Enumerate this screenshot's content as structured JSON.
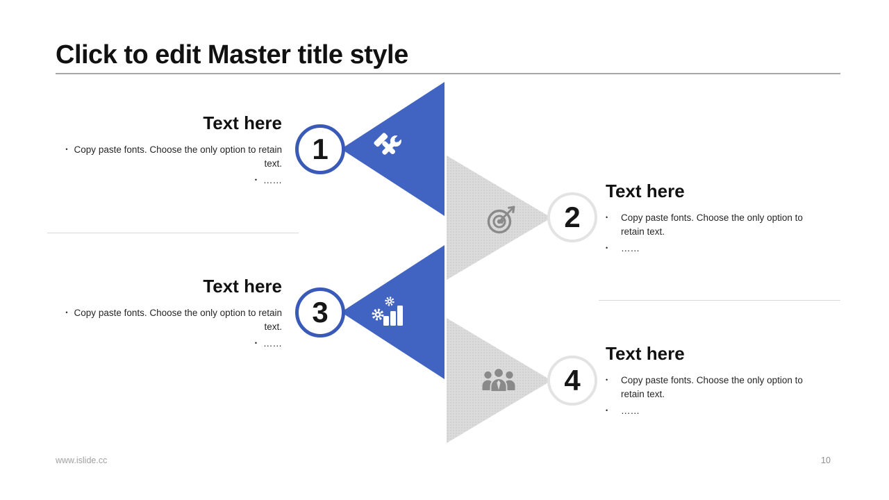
{
  "title": "Click to edit Master title style",
  "bullet_char": "•",
  "items": [
    {
      "number": "1",
      "heading": "Text here",
      "bullets": [
        "Copy paste fonts. Choose the only option to retain text.",
        "……"
      ],
      "icon": "tools-icon",
      "side": "left",
      "color": "blue"
    },
    {
      "number": "2",
      "heading": "Text here",
      "bullets": [
        "Copy paste fonts. Choose the only option to retain text.",
        "……"
      ],
      "icon": "target-dart-icon",
      "side": "right",
      "color": "gray"
    },
    {
      "number": "3",
      "heading": "Text here",
      "bullets": [
        "Copy paste fonts. Choose the only option to retain text.",
        "……"
      ],
      "icon": "bar-chart-gears-icon",
      "side": "left",
      "color": "blue"
    },
    {
      "number": "4",
      "heading": "Text here",
      "bullets": [
        "Copy paste fonts. Choose the only option to retain text.",
        "……"
      ],
      "icon": "people-group-icon",
      "side": "right",
      "color": "gray"
    }
  ],
  "footer": {
    "website": "www.islide.cc",
    "page_number": "10"
  },
  "colors": {
    "accent_blue": "#4164c2",
    "circle_border_blue": "#3a5ab8",
    "triangle_gray": "#dbdbdb",
    "icon_gray": "#8a8a8a",
    "divider_gray": "#d8d8d8",
    "title_rule_gray": "#a6a6a6"
  }
}
